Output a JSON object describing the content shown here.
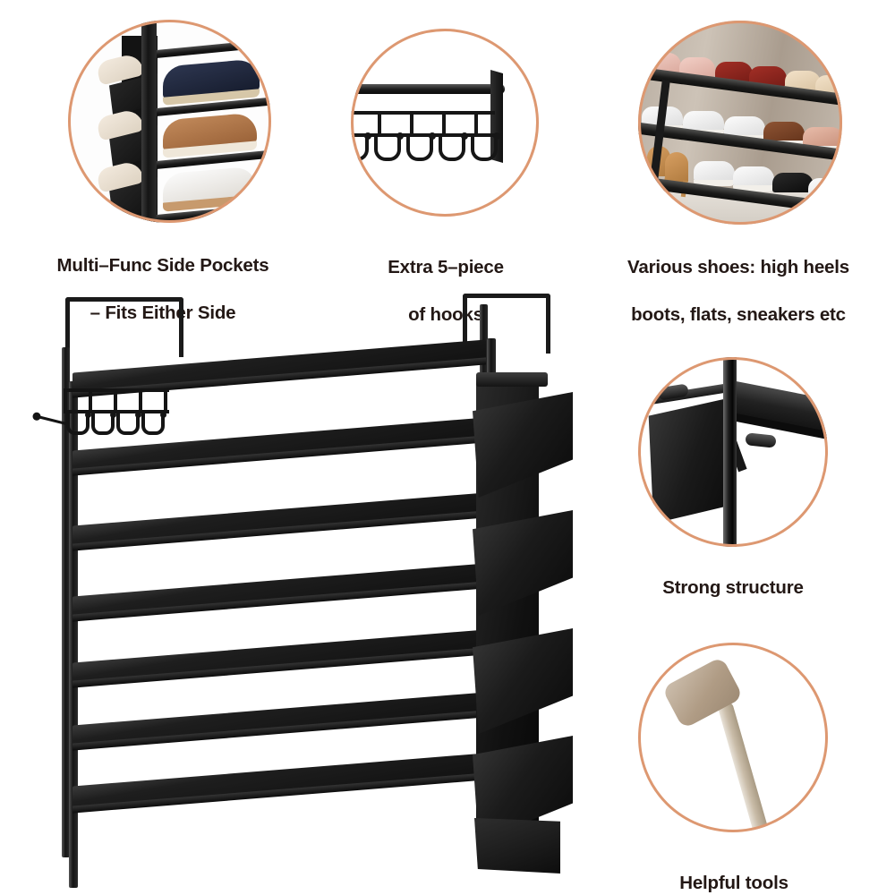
{
  "page": {
    "background_color": "#ffffff",
    "accent_ring_color": "#dd9871",
    "text_color": "#231815",
    "product": "7-tier black metal shoe rack with side pockets and hooks"
  },
  "features": [
    {
      "id": "side-pockets",
      "caption_line1": "Multi–Func Side Pockets",
      "caption_line2": "– Fits Either Side",
      "image_alt": "Close-up of black fabric side pockets holding cream slippers beside shelves of navy, tan and white sneakers"
    },
    {
      "id": "hooks",
      "caption_line1": "Extra 5–piece",
      "caption_line2": "of hooks",
      "hook_count": 5,
      "image_alt": "Close-up of a black metal hook bar with five S-hooks mounted under a rail"
    },
    {
      "id": "various-shoes",
      "caption_line1": "Various shoes: high heels",
      "caption_line2": "boots, flats, sneakers etc",
      "image_alt": "Three loaded shelves holding pink flats, red and cream pumps, white and brown sneakers, tan high heels and black trainers"
    },
    {
      "id": "strong-structure",
      "caption_line1": "Strong structure",
      "caption_line2": "",
      "image_alt": "Close-up of a reinforced pole-and-connector joint supporting a shelf and fabric panel"
    },
    {
      "id": "helpful-tools",
      "caption_line1": "Helpful tools",
      "caption_line2": "",
      "image_alt": "Wooden mallet included for assembly"
    }
  ],
  "main_product": {
    "alt": "Seven tier black shoe rack with four hanging side pockets and a five hook bar",
    "tier_count": 7,
    "pocket_count": 4,
    "rack_hook_count": 5
  }
}
